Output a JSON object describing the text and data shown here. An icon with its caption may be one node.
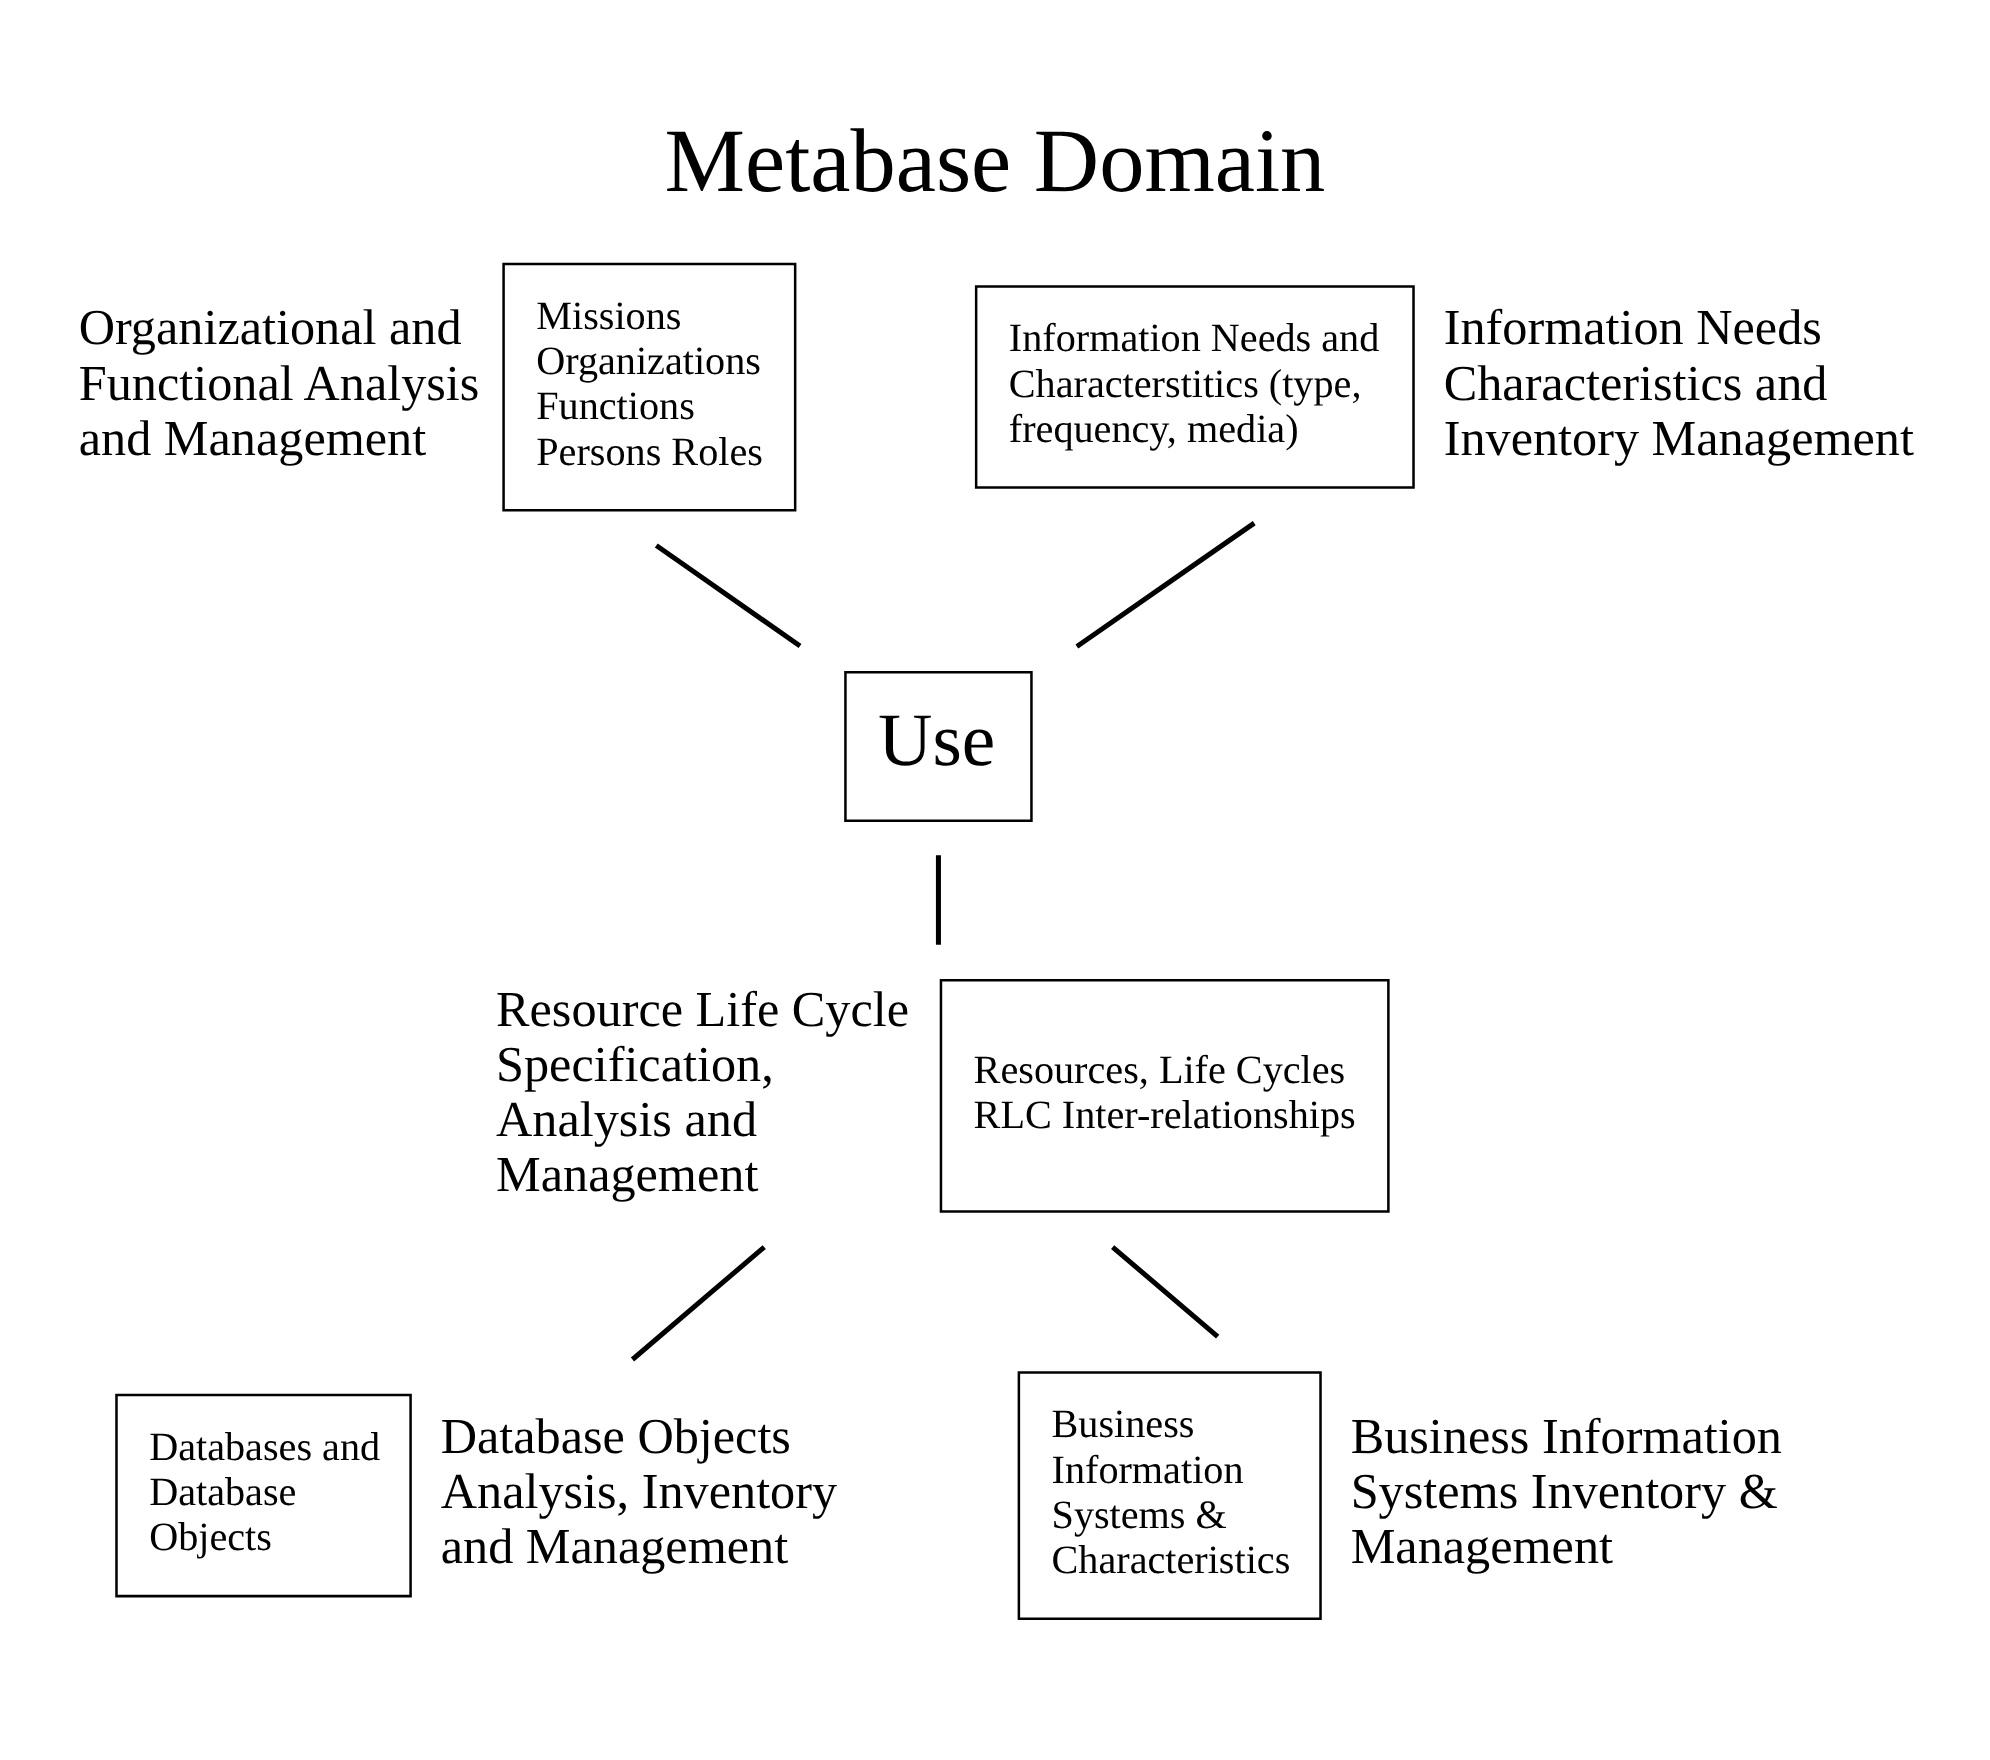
{
  "diagram": {
    "title": "Metabase Domain",
    "nodes": [
      {
        "text": [
          "Missions Organizations Functions Persons Roles"
        ],
        "beside": [
          "Organizational and Functional Analysis and Management"
        ]
      },
      {
        "text": [
          "Information Needs and Characterstitics (type, frequency, media)"
        ],
        "beside": [
          "Information Needs Characteristics and Inventory Management"
        ]
      },
      {
        "text": [
          "Use"
        ]
      },
      {
        "text": [
          "Resources, Life Cycles RLC Inter-relationships"
        ],
        "beside": [
          "Resource Life Cycle Specification, Analysis and Management"
        ]
      },
      {
        "text": [
          "Databases and Database Objects"
        ],
        "beside": [
          "Database Objects Analysis, Inventory and Management"
        ]
      },
      {
        "text": [
          "Business Information Systems & Characteristics"
        ],
        "beside": [
          "Business Information Systems Inventory & Management"
        ]
      }
    ],
    "edges": [
      {
        "from": 0,
        "to": 2,
        "arrow": "none"
      },
      {
        "from": 1,
        "to": 2,
        "arrow": "none"
      },
      {
        "from": 2,
        "to": 3,
        "arrow": "none"
      },
      {
        "from": 3,
        "to": 4,
        "arrow": "none"
      },
      {
        "from": 3,
        "to": 5,
        "arrow": "none"
      }
    ]
  }
}
